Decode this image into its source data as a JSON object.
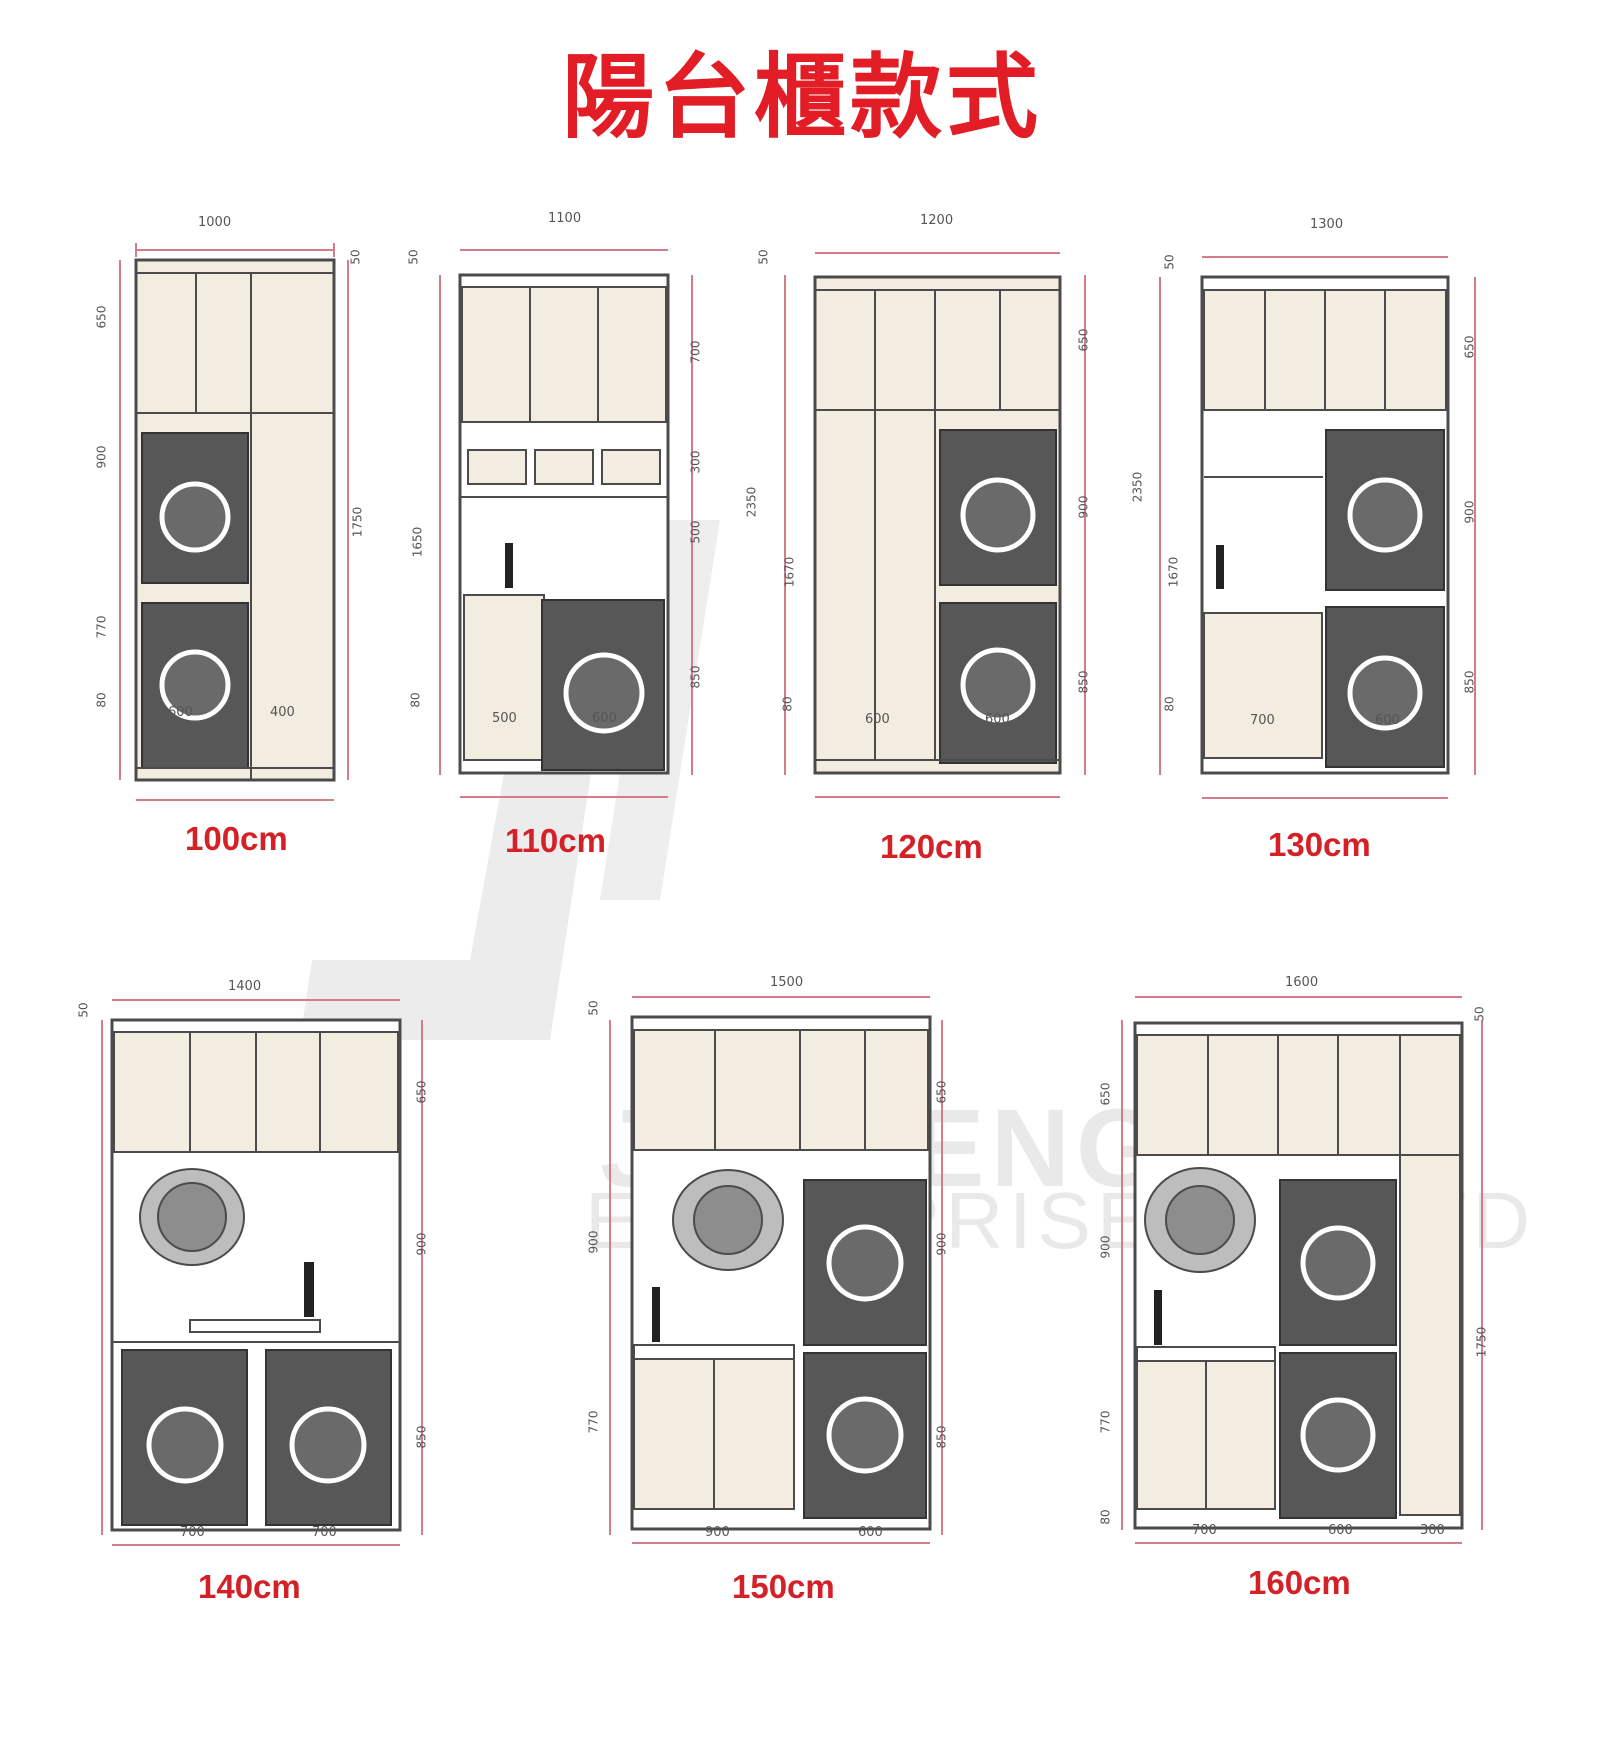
{
  "title": "陽台櫃款式",
  "watermark": {
    "line1": "JUNFENG",
    "line2": "ENTERPRISE CO.,LTD"
  },
  "colors": {
    "title": "#e21d26",
    "caption": "#d42127",
    "panel": "#f3ede1",
    "frame": "#4b4b4b",
    "machine": "#575757",
    "dimension": "#d47c8c"
  },
  "cabinets": [
    {
      "caption": "100cm",
      "width": "1000",
      "bottom": [
        "600",
        "400"
      ],
      "left_dims": [
        "650",
        "900",
        "770",
        "80"
      ],
      "right_dims": [
        "50",
        "1750"
      ]
    },
    {
      "caption": "110cm",
      "width": "1100",
      "bottom": [
        "500",
        "600"
      ],
      "left_dims": [
        "50",
        "1650",
        "80"
      ],
      "right_dims": [
        "700",
        "300",
        "500",
        "850"
      ]
    },
    {
      "caption": "120cm",
      "width": "1200",
      "bottom": [
        "600",
        "600"
      ],
      "left_dims": [
        "50",
        "2350",
        "1670",
        "80"
      ],
      "right_dims": [
        "650",
        "900",
        "850"
      ]
    },
    {
      "caption": "130cm",
      "width": "1300",
      "bottom": [
        "700",
        "600"
      ],
      "left_dims": [
        "50",
        "2350",
        "1670",
        "80"
      ],
      "right_dims": [
        "650",
        "900",
        "850"
      ]
    },
    {
      "caption": "140cm",
      "width": "1400",
      "bottom": [
        "700",
        "700"
      ],
      "left_dims": [
        "50"
      ],
      "right_dims": [
        "650",
        "900",
        "850"
      ]
    },
    {
      "caption": "150cm",
      "width": "1500",
      "bottom": [
        "900",
        "600"
      ],
      "left_dims": [
        "50",
        "900",
        "770"
      ],
      "right_dims": [
        "650",
        "900",
        "850"
      ]
    },
    {
      "caption": "160cm",
      "width": "1600",
      "bottom": [
        "700",
        "600",
        "300"
      ],
      "left_dims": [
        "650",
        "900",
        "770",
        "80"
      ],
      "right_dims": [
        "50",
        "1750"
      ]
    }
  ]
}
